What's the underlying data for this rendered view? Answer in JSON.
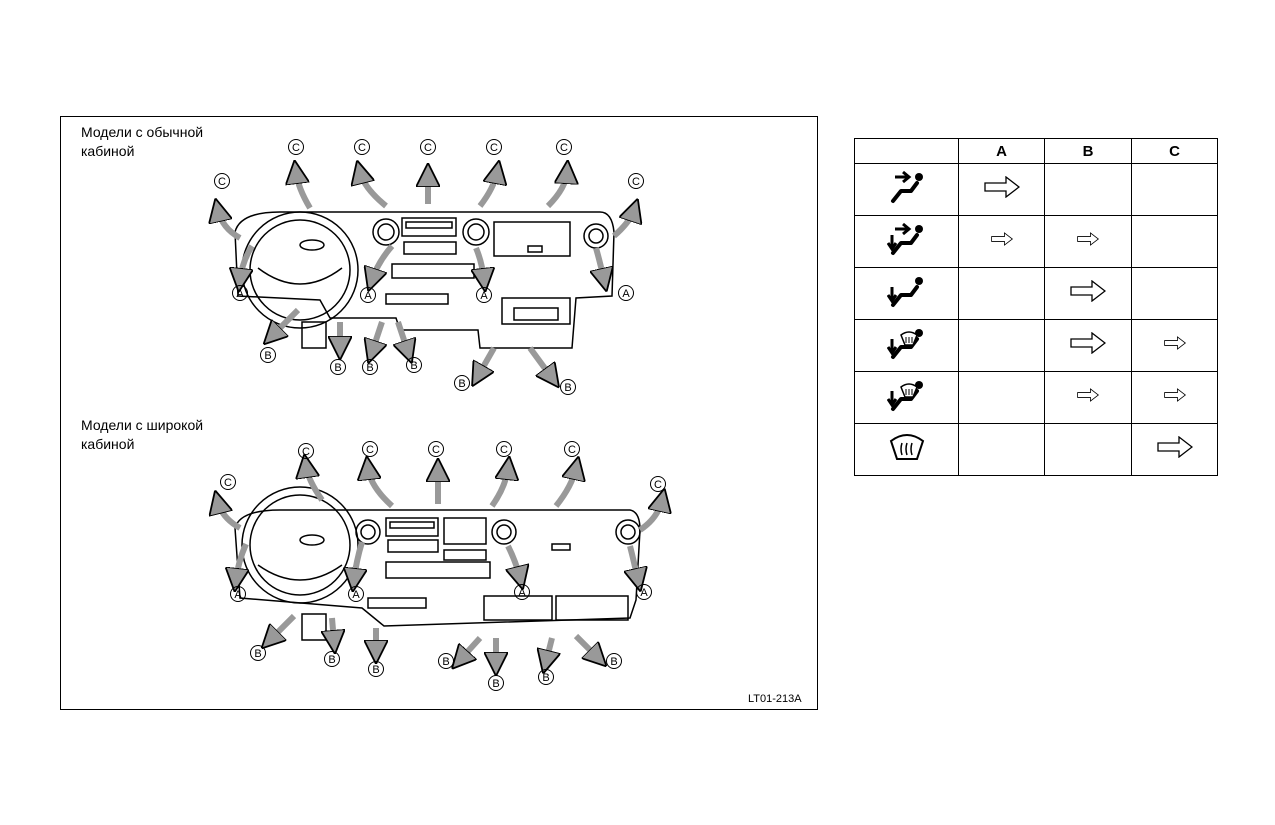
{
  "diagram": {
    "caption_standard": "Модели с обычной\nкабиной",
    "caption_wide": "Модели с широкой\nкабиной",
    "code": "LT01-213A",
    "labels": {
      "a": "A",
      "b": "B",
      "c": "C"
    }
  },
  "table": {
    "headers": [
      "",
      "A",
      "B",
      "C"
    ],
    "rows": [
      {
        "mode": "face-mode-icon",
        "a": "large",
        "b": "",
        "c": ""
      },
      {
        "mode": "bi-level-mode-icon",
        "a": "small",
        "b": "small",
        "c": ""
      },
      {
        "mode": "foot-mode-icon",
        "a": "",
        "b": "large",
        "c": ""
      },
      {
        "mode": "foot-defrost-mode-icon",
        "a": "",
        "b": "large",
        "c": "small"
      },
      {
        "mode": "defrost-foot-mode-icon",
        "a": "",
        "b": "small",
        "c": "small"
      },
      {
        "mode": "defrost-mode-icon",
        "a": "",
        "b": "",
        "c": "large"
      }
    ]
  }
}
